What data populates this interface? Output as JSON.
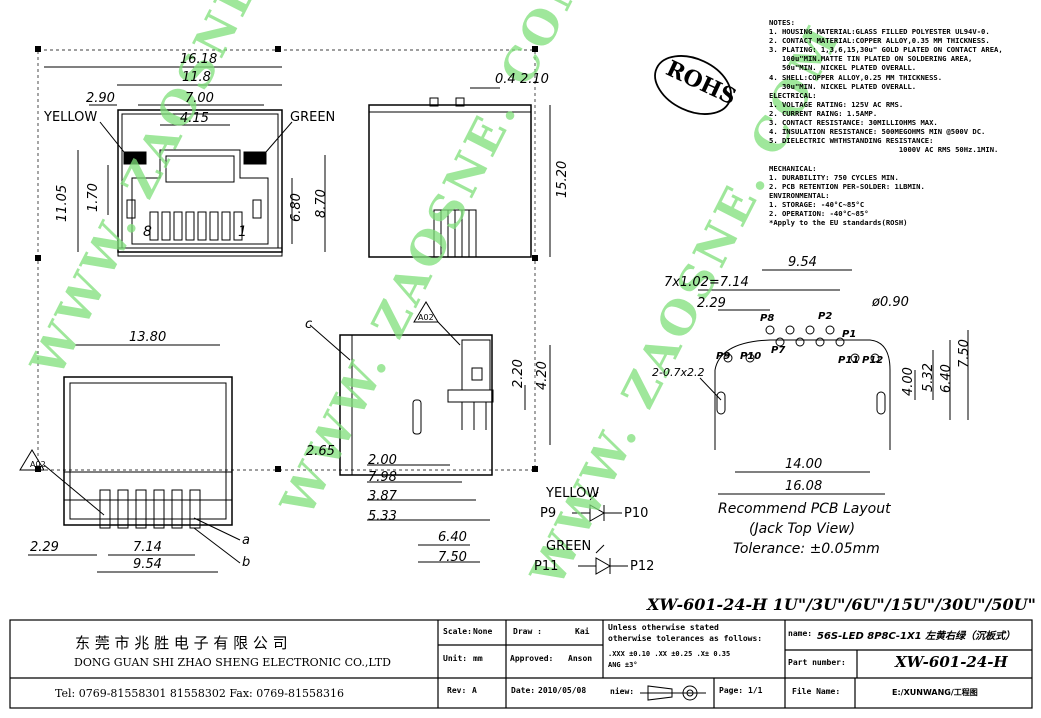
{
  "notes_text": "NOTES:\n1. HOUSING MATERIAL:GLASS FILLED POLYESTER UL94V-0.\n2. CONTACT MATERIAL:COPPER ALLOY,0.35 MM THICKNESS.\n3. PLATING: 1,3,6,15,30u\" GOLD PLATED ON CONTACT AREA,\n   100u\"MIN.MATTE TIN PLATED ON SOLDERING AREA,\n   50u\"MIN. NICKEL PLATED OVERALL.\n4. SHELL:COPPER ALLOY,0.25 MM THICKNESS.\n   30u\"MIN. NICKEL PLATED OVERALL.\nELECTRICAL:\n1. VOLTAGE RATING: 125V AC RMS.\n2. CURRENT RAING: 1.5AMP.\n3. CONTACT RESISTANCE: 30MILLIOHMS MAX.\n4. INSULATION RESISTANCE: 500MEGOHMS MIN @500V DC.\n5. DIELECTRIC WHTHSTANDING RESISTANCE:\n                              1000V AC RMS 50Hz.1MIN.\n\nMECHANICAL:\n1. DURABILITY: 750 CYCLES MIN.\n2. PCB RETENTION PER-SOLDER: 1LBMIN.\nENVIRONMENTAL:\n1. STORAGE: -40°C~85°C\n2. OPERATION: -40°C~85°\n*Apply to the EU standards(ROSH)",
  "rohs": "ROHS",
  "watermarks": [
    "WWW. ZAOSNE. COM",
    "WWW. ZAOSNE. COM",
    "WWW. ZAOSNE. COM"
  ],
  "front_view": {
    "dims": [
      "16.18",
      "11.8",
      "2.90",
      "7.00",
      "4.15",
      "0.4",
      "2.10",
      "11.05",
      "1.70",
      "6.80",
      "8.70",
      "15.20"
    ],
    "yellow": "YELLOW",
    "green": "GREEN",
    "pin8": "8",
    "pin1": "1"
  },
  "bottom_view": {
    "dims": [
      "13.80",
      "2.29",
      "7.14",
      "9.54",
      "2.65"
    ],
    "a": "a",
    "b": "b",
    "a02": "A02"
  },
  "side_view": {
    "c": "c",
    "a02": "A02",
    "dims": [
      "2.20",
      "4.20",
      "2.00",
      "7.98",
      "3.87",
      "5.33",
      "6.40",
      "7.50"
    ]
  },
  "pcb_layout": {
    "dims": [
      "9.54",
      "7x1.02=7.14",
      "2.29",
      "ø0.90",
      "2-0.7x2.2",
      "7.50",
      "6.40",
      "5.32",
      "4.00",
      "14.00",
      "16.08"
    ],
    "pins": [
      "P8",
      "P2",
      "P1",
      "P7",
      "P9",
      "P10",
      "P11",
      "P12"
    ],
    "caption": [
      "Recommend PCB Layout",
      "(Jack Top View)",
      "Tolerance: ±0.05mm"
    ]
  },
  "leds": {
    "yellow": "YELLOW",
    "green": "GREEN",
    "p9": "P9",
    "p10": "P10",
    "p11": "P11",
    "p12": "P12"
  },
  "model_title": "XW-601-24-H 1U\"/3U\"/6U\"/15U\"/30U\"/50U\"",
  "title_block": {
    "company_cn": "东 莞 市 兆 胜 电 子 有 限 公 司",
    "company_en": "DONG GUAN SHI ZHAO SHENG ELECTRONIC CO.,LTD",
    "tel": "Tel: 0769-81558301 81558302    Fax: 0769-81558316",
    "scale_label": "Scale:",
    "scale_val": "None",
    "unit_label": "Unit:",
    "unit_val": "mm",
    "rev_label": "Rev:",
    "rev_val": "A",
    "draw_label": "Draw :",
    "draw_val": "Kai",
    "approved_label": "Approved:",
    "approved_val": "Anson",
    "date_label": "Date:",
    "date_val": "2010/05/08",
    "tol_lines": [
      "Unless otherwise stated",
      "otherwise tolerances as follows:",
      ".XXX ±0.10 .XX ±0.25 .X± 0.35",
      "ANG ±3°"
    ],
    "view_label": "niew:",
    "page_label": "Page:",
    "page_val": "1/1",
    "name_label": "name:",
    "name_val": "56S-LED 8P8C-1X1 左黄右绿（沉板式）",
    "part_label": "Part number:",
    "part_val": "XW-601-24-H",
    "file_label": "File Name:",
    "file_val": "E:/XUNWANG/工程图"
  }
}
